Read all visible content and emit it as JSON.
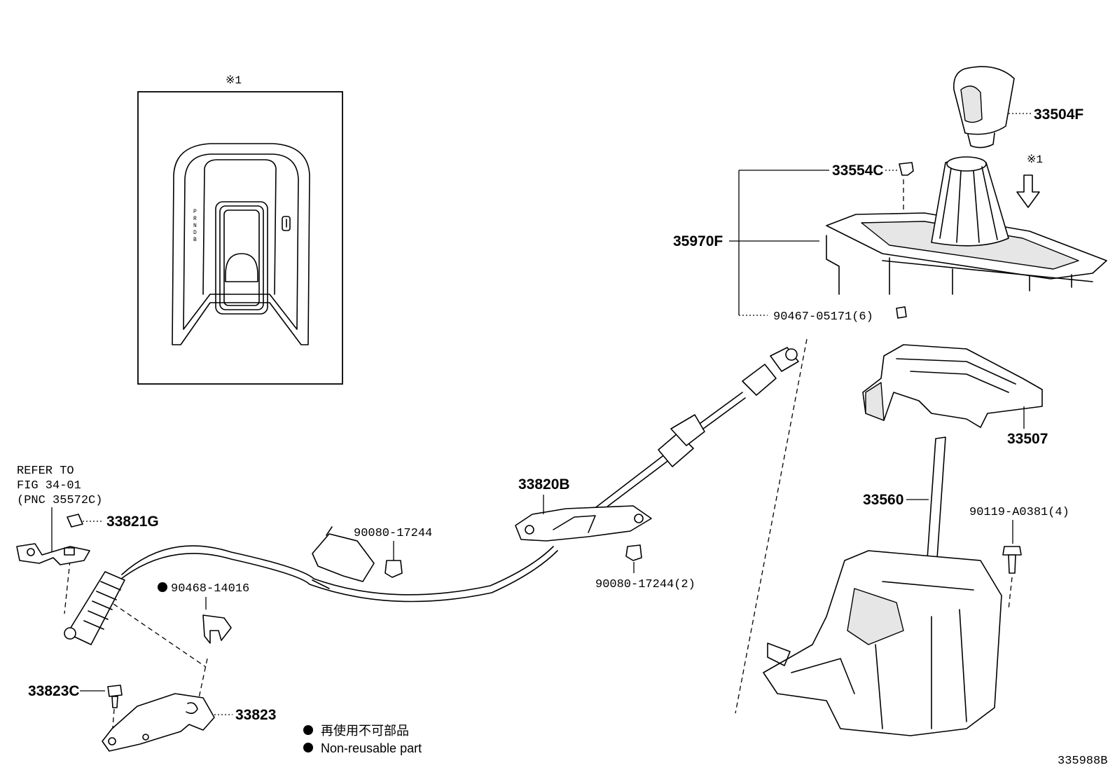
{
  "callouts": {
    "inset_mark": "※1",
    "view_arrow_mark": "※1",
    "p33504F": "33504F",
    "p33554C": "33554C",
    "p35970F": "35970F",
    "p90467": "90467-05171(6)",
    "p33507": "33507",
    "p33560": "33560",
    "p90119": "90119-A0381(4)",
    "p33820B": "33820B",
    "p90080a": "90080-17244",
    "p90080b": "90080-17244(2)",
    "p33821G": "33821G",
    "p90468": "90468-14016",
    "p33823C": "33823C",
    "p33823": "33823"
  },
  "refer_note": {
    "line1": "REFER TO",
    "line2": "FIG 34-01",
    "line3": "(PNC 35572C)"
  },
  "shift_letters": [
    "P",
    "R",
    "N",
    "D",
    "B"
  ],
  "legend": {
    "jp": "再使用不可部品",
    "en": "Non-reusable part"
  },
  "figure_code": "335988B"
}
